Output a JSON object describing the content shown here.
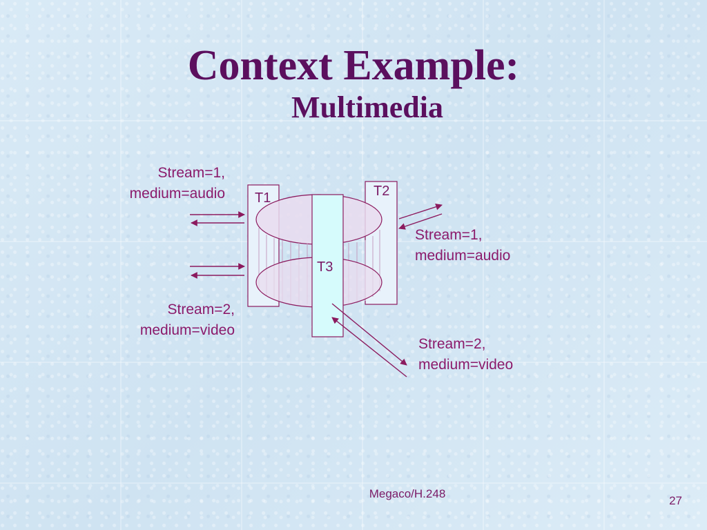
{
  "slide": {
    "title": "Context Example:",
    "subtitle": "Multimedia",
    "footer": "Megaco/H.248",
    "page_number": "27"
  },
  "diagram": {
    "terminations": [
      "T1",
      "T2",
      "T3"
    ],
    "left_audio": {
      "line1": "Stream=1,",
      "line2": "medium=audio"
    },
    "left_video": {
      "line1": "Stream=2,",
      "line2": "medium=video"
    },
    "right_audio": {
      "line1": "Stream=1,",
      "line2": "medium=audio"
    },
    "right_video": {
      "line1": "Stream=2,",
      "line2": "medium=video"
    }
  },
  "colors": {
    "title": "#5b0f5e",
    "label_text": "#8b1a6b",
    "arrow": "#8b1a5e",
    "termination_fill": "#e8f2fb",
    "t3_fill": "#d6fbfc",
    "stream_fill": "#e9dcef"
  }
}
